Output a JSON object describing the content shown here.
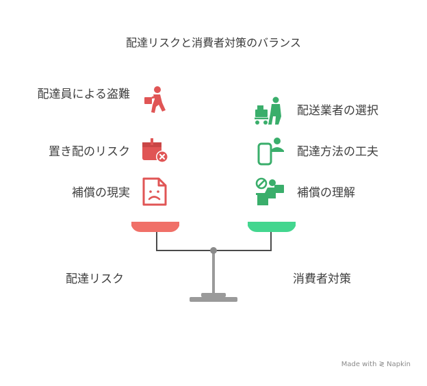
{
  "title": "配達リスクと消費者対策のバランス",
  "left": {
    "label": "配達リスク",
    "color": "#e05555",
    "pan_color": "#f07068",
    "items": [
      {
        "label": "配達員による盗難",
        "icon": "thief-running-icon"
      },
      {
        "label": "置き配のリスク",
        "icon": "package-cancel-icon"
      },
      {
        "label": "補償の現実",
        "icon": "sad-document-icon"
      }
    ]
  },
  "right": {
    "label": "消費者対策",
    "color": "#3aae6b",
    "pan_color": "#43d68f",
    "items": [
      {
        "label": "配送業者の選択",
        "icon": "delivery-person-cart-icon"
      },
      {
        "label": "配達方法の工夫",
        "icon": "phone-user-icon"
      },
      {
        "label": "補償の理解",
        "icon": "support-person-icon"
      }
    ]
  },
  "footer": "Made with ≷ Napkin"
}
